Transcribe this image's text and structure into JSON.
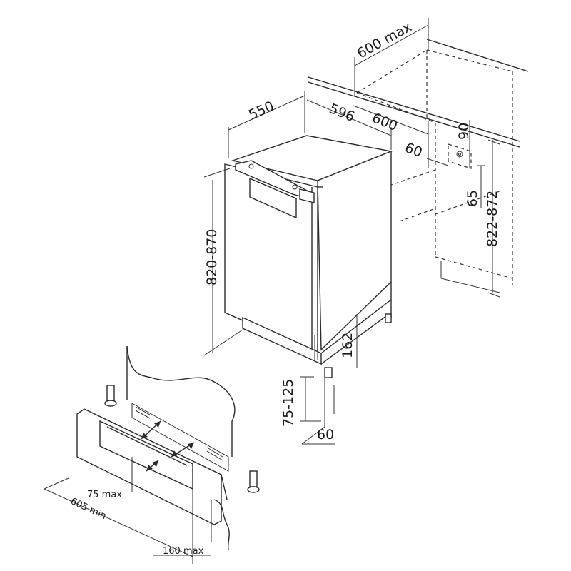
{
  "dimensions": {
    "width_max": "600 max",
    "appliance_depth": "550",
    "appliance_width": "596",
    "niche_width": "600",
    "niche_depth": "60",
    "vent_width": "90",
    "vent_offset": "65",
    "niche_height": "822-872",
    "appliance_height": "820-870",
    "plinth_gap": "162",
    "plinth_height": "75-125",
    "recess_60": "60",
    "plinth_vent_height": "75 max",
    "plinth_vent_width": "605 min",
    "plinth_total": "160 max"
  },
  "colors": {
    "line": "#2b2b2b",
    "background": "#ffffff"
  }
}
